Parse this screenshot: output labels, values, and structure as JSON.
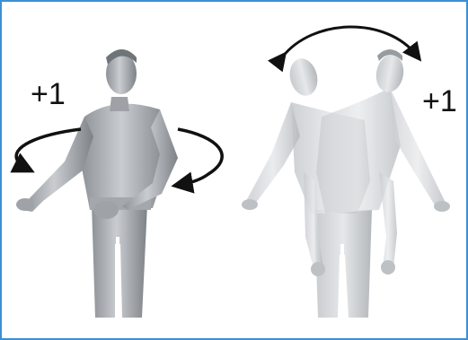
{
  "panels": [
    {
      "score": "+1",
      "motion": "torso-rotation"
    },
    {
      "score": "+1",
      "motion": "torso-lateral-bend"
    }
  ],
  "colors": {
    "frame": "#3a8fd6",
    "arrow": "#111111",
    "figure": "#b8bcc0"
  }
}
